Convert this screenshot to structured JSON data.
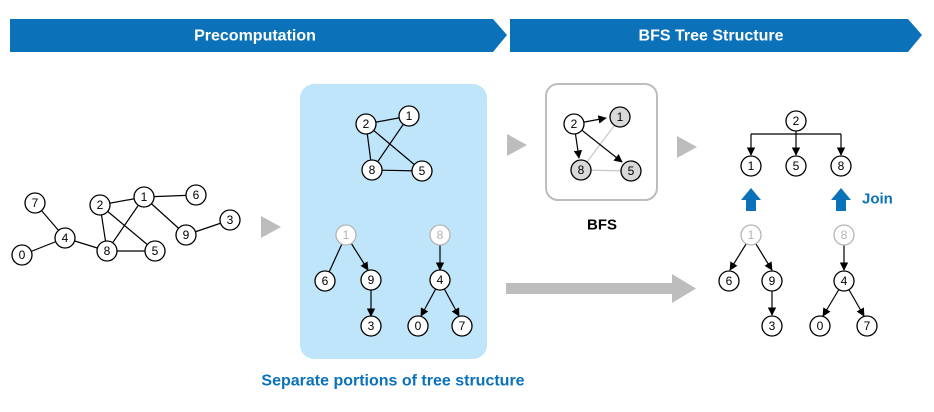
{
  "banners": {
    "left": "Precomputation",
    "right": "BFS Tree Structure"
  },
  "labels": {
    "bfs": "BFS",
    "join": "Join",
    "separate": "Separate portions of tree structure"
  },
  "colors": {
    "banner": "#0b72b9",
    "panel": "#bfe5fb",
    "arrow_gray": "#bdbdbd",
    "join_arrow": "#0b72b9",
    "node_gray": "#d9d9d9",
    "faded": "#b4b4b4"
  },
  "node_labels": {
    "n0": "0",
    "n1": "1",
    "n2": "2",
    "n3": "3",
    "n4": "4",
    "n5": "5",
    "n6": "6",
    "n7": "7",
    "n8": "8",
    "n9": "9"
  }
}
